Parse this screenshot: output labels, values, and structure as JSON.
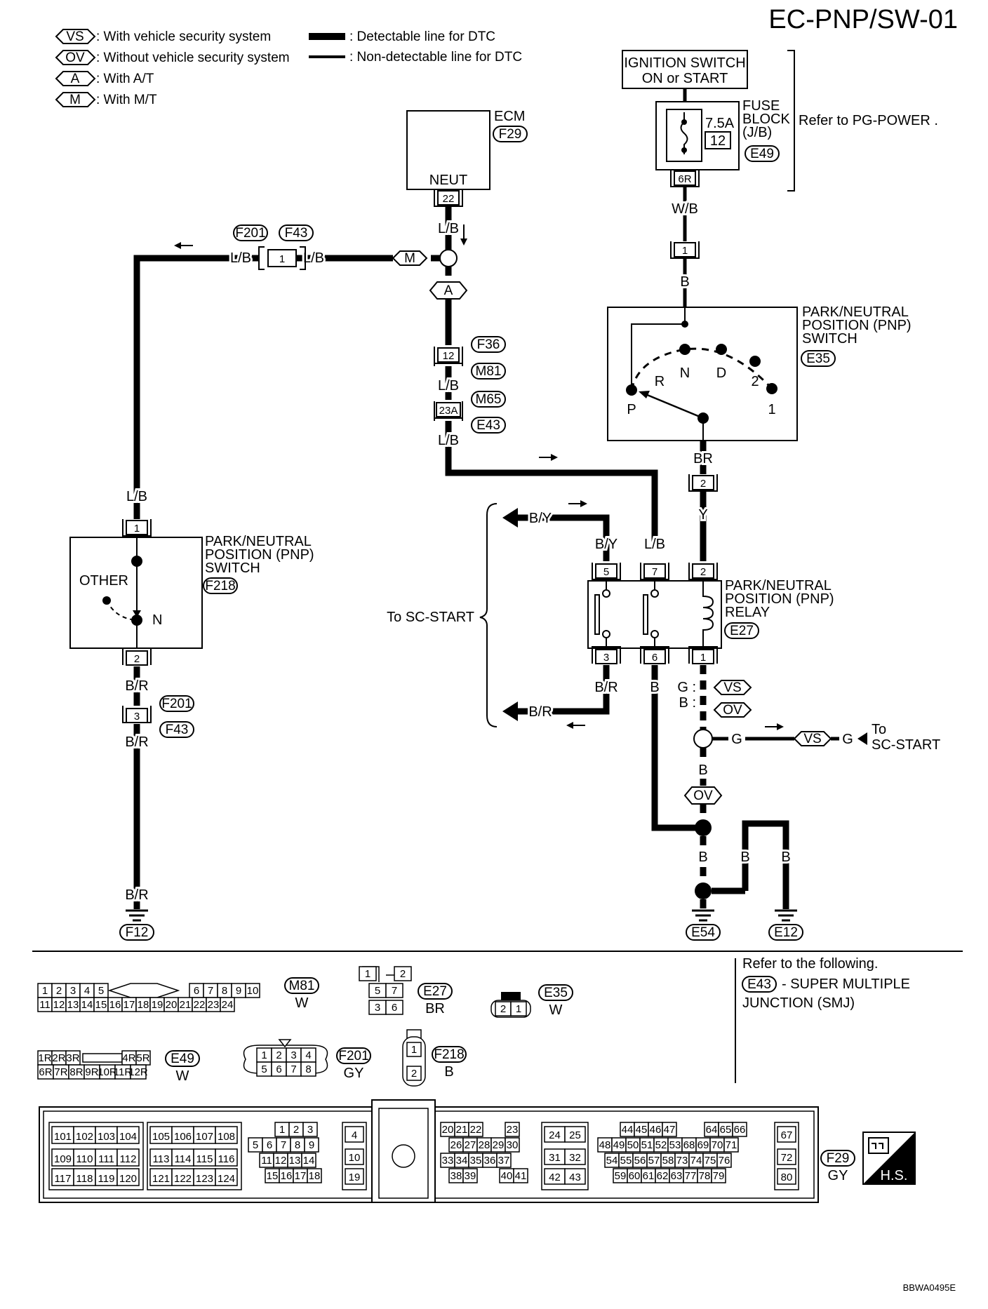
{
  "page": {
    "title": "EC-PNP/SW-01",
    "figure_id": "BBWA0495E"
  },
  "legend": {
    "vs": {
      "tag": "VS",
      "text": ": With vehicle security system"
    },
    "ov": {
      "tag": "OV",
      "text": ": Without vehicle security system"
    },
    "at": {
      "tag": "A",
      "text": ": With A/T"
    },
    "mt": {
      "tag": "M",
      "text": ": With M/T"
    },
    "detectable": ": Detectable line for DTC",
    "nondetectable": ": Non-detectable line for DTC"
  },
  "ignition": {
    "line1": "IGNITION SWITCH",
    "line2": "ON or START"
  },
  "fuse_block": {
    "amps": "7.5A",
    "fuse_no": "12",
    "label1": "FUSE",
    "label2": "BLOCK",
    "label3": "(J/B)",
    "connector": "E49",
    "pin": "6R",
    "refer": "Refer to  PG-POWER ."
  },
  "ecm": {
    "label": "ECM",
    "connector": "F29",
    "pin_name": "NEUT",
    "pin": "22"
  },
  "wires": {
    "lb": "L/B",
    "wb": "W/B",
    "b": "B",
    "br": "BR",
    "y": "Y",
    "by": "B/Y",
    "bR": "B/R",
    "g": "G",
    "g_prefix": "G :",
    "b_prefix": "B :"
  },
  "joint_top": {
    "c1": "F201",
    "c2": "F43",
    "pin": "1"
  },
  "joint_mid": {
    "c1": "F36",
    "c2": "M81",
    "pin": "12"
  },
  "joint_smj": {
    "c1": "M65",
    "c2": "E43",
    "pin": "23A"
  },
  "joint_bottom": {
    "c1": "F201",
    "c2": "F43",
    "pin": "3"
  },
  "pnp_switch_mt": {
    "line1": "PARK/NEUTRAL",
    "line2": "POSITION (PNP)",
    "line3": "SWITCH",
    "connector": "F218",
    "pin_top": "1",
    "pin_bottom": "2",
    "other": "OTHER",
    "n": "N"
  },
  "pnp_switch_at": {
    "line1": "PARK/NEUTRAL",
    "line2": "POSITION (PNP)",
    "line3": "SWITCH",
    "connector": "E35",
    "pin_in": "1",
    "pin_out": "2",
    "positions": [
      "R",
      "N",
      "D",
      "2",
      "P",
      "1"
    ]
  },
  "relay": {
    "line1": "PARK/NEUTRAL",
    "line2": "POSITION (PNP)",
    "line3": "RELAY",
    "connector": "E27",
    "pins_top": [
      "5",
      "7",
      "2"
    ],
    "pins_bottom": [
      "3",
      "6",
      "1"
    ]
  },
  "sc_start": {
    "left": "To SC-START",
    "right1": "To",
    "right2": "SC-START"
  },
  "grounds": {
    "f12": "F12",
    "e54": "E54",
    "e12": "E12"
  },
  "connector_views": {
    "m81": {
      "id": "M81",
      "color": "W",
      "row1": [
        "1",
        "2",
        "3",
        "4",
        "5",
        "6",
        "7",
        "8",
        "9",
        "10"
      ],
      "row2": [
        "11",
        "12",
        "13",
        "14",
        "15",
        "16",
        "17",
        "18",
        "19",
        "20",
        "21",
        "22",
        "23",
        "24"
      ]
    },
    "e27": {
      "id": "E27",
      "color": "BR",
      "pins": [
        "1",
        "2",
        "5",
        "7",
        "3",
        "6"
      ]
    },
    "e35": {
      "id": "E35",
      "color": "W",
      "pins": [
        "2",
        "1"
      ]
    },
    "e49": {
      "id": "E49",
      "color": "W",
      "row1": [
        "1R",
        "2R",
        "3R",
        "4R",
        "5R"
      ],
      "row2": [
        "6R",
        "7R",
        "8R",
        "9R",
        "10R",
        "11R",
        "12R"
      ]
    },
    "f201": {
      "id": "F201",
      "color": "GY",
      "row1": [
        "1",
        "2",
        "3",
        "4"
      ],
      "row2": [
        "5",
        "6",
        "7",
        "8"
      ]
    },
    "f218": {
      "id": "F218",
      "color": "B",
      "pins": [
        "1",
        "2"
      ]
    },
    "f29": {
      "id": "F29",
      "color": "GY",
      "b1": {
        "r1": [
          "101",
          "102",
          "103",
          "104"
        ],
        "r2": [
          "109",
          "110",
          "111",
          "112"
        ],
        "r3": [
          "117",
          "118",
          "119",
          "120"
        ]
      },
      "b2": {
        "r1": [
          "105",
          "106",
          "107",
          "108"
        ],
        "r2": [
          "113",
          "114",
          "115",
          "116"
        ],
        "r3": [
          "121",
          "122",
          "123",
          "124"
        ]
      },
      "b3": {
        "r1": [
          "1",
          "2",
          "3"
        ],
        "r2": [
          "5",
          "6",
          "7",
          "8",
          "9"
        ],
        "r3": [
          "11",
          "12",
          "13",
          "14"
        ],
        "r4": [
          "15",
          "16",
          "17",
          "18"
        ]
      },
      "b4": {
        "r1": [
          "4"
        ],
        "r2": [
          "10"
        ],
        "r3": [
          "19"
        ]
      },
      "b5": {
        "r1": [
          "20",
          "21",
          "22",
          "23"
        ],
        "r2": [
          "26",
          "27",
          "28",
          "29",
          "30"
        ],
        "r3": [
          "33",
          "34",
          "35",
          "36",
          "37"
        ],
        "r4": [
          "38",
          "39",
          "40",
          "41"
        ]
      },
      "b6": {
        "r1": [
          "24",
          "25"
        ],
        "r2": [
          "31",
          "32"
        ],
        "r3": [
          "42",
          "43"
        ]
      },
      "b7": {
        "r1": [
          "44",
          "45",
          "46",
          "47",
          "64",
          "65",
          "66"
        ],
        "r2": [
          "48",
          "49",
          "50",
          "51",
          "52",
          "53",
          "68",
          "69",
          "70",
          "71"
        ],
        "r3": [
          "54",
          "55",
          "56",
          "57",
          "58",
          "73",
          "74",
          "75",
          "76"
        ],
        "r4": [
          "59",
          "60",
          "61",
          "62",
          "63",
          "77",
          "78",
          "79"
        ]
      },
      "b8": {
        "r1": [
          "67"
        ],
        "r2": [
          "72"
        ],
        "r3": [
          "80"
        ]
      }
    }
  },
  "refer_box": {
    "line1": "Refer to the following.",
    "tag": "E43",
    "line2": "- SUPER MULTIPLE",
    "line3": "JUNCTION (SMJ)"
  },
  "hs_badge": "H.S."
}
